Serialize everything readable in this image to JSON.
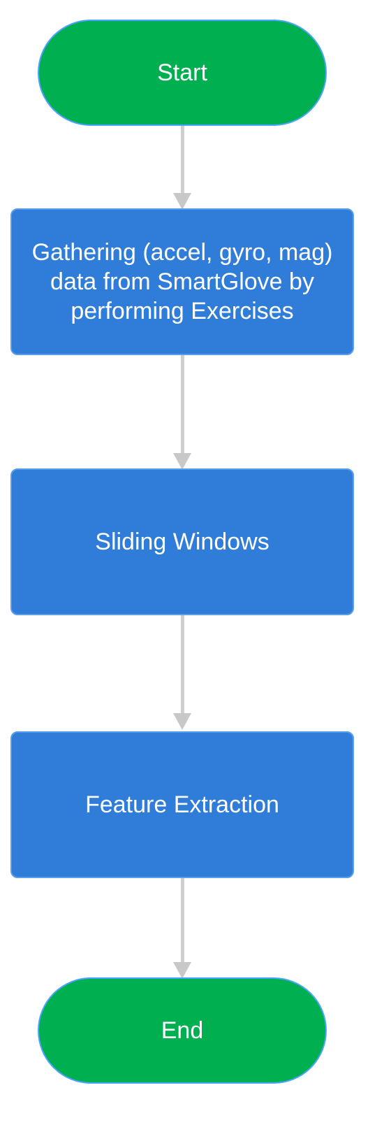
{
  "flowchart": {
    "start_label": "Start",
    "step1_label": "Gathering (accel, gyro, mag) data from SmartGlove by performing Exercises",
    "step2_label": "Sliding Windows",
    "step3_label": "Feature Extraction",
    "end_label": "End"
  },
  "colors": {
    "terminal_fill": "#00b050",
    "process_fill": "#2f7dd8",
    "connector": "#cfcfcf",
    "text": "#ffffff"
  }
}
